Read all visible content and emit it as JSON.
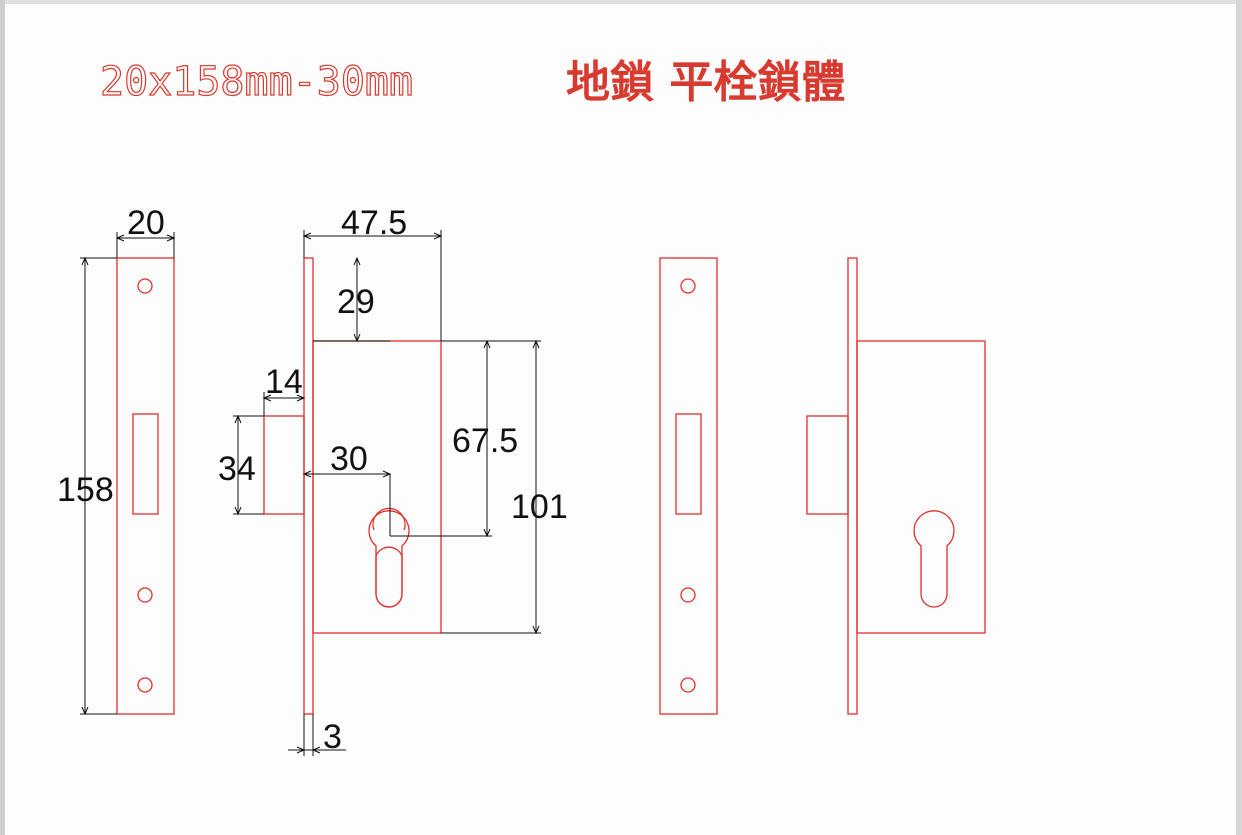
{
  "title": {
    "spec": "20x158mm-30mm",
    "name": "地鎖 平栓鎖體"
  },
  "dimensions": {
    "faceplate_width": "20",
    "faceplate_height": "158",
    "total_depth": "47.5",
    "top_offset": "29",
    "bolt_projection": "14",
    "bolt_height": "34",
    "backset": "30",
    "cylinder_center": "67.5",
    "case_height": "101",
    "faceplate_thickness": "3"
  },
  "colors": {
    "outline": "#e0302a",
    "dimension_line": "#111111",
    "title": "#d93a30"
  }
}
